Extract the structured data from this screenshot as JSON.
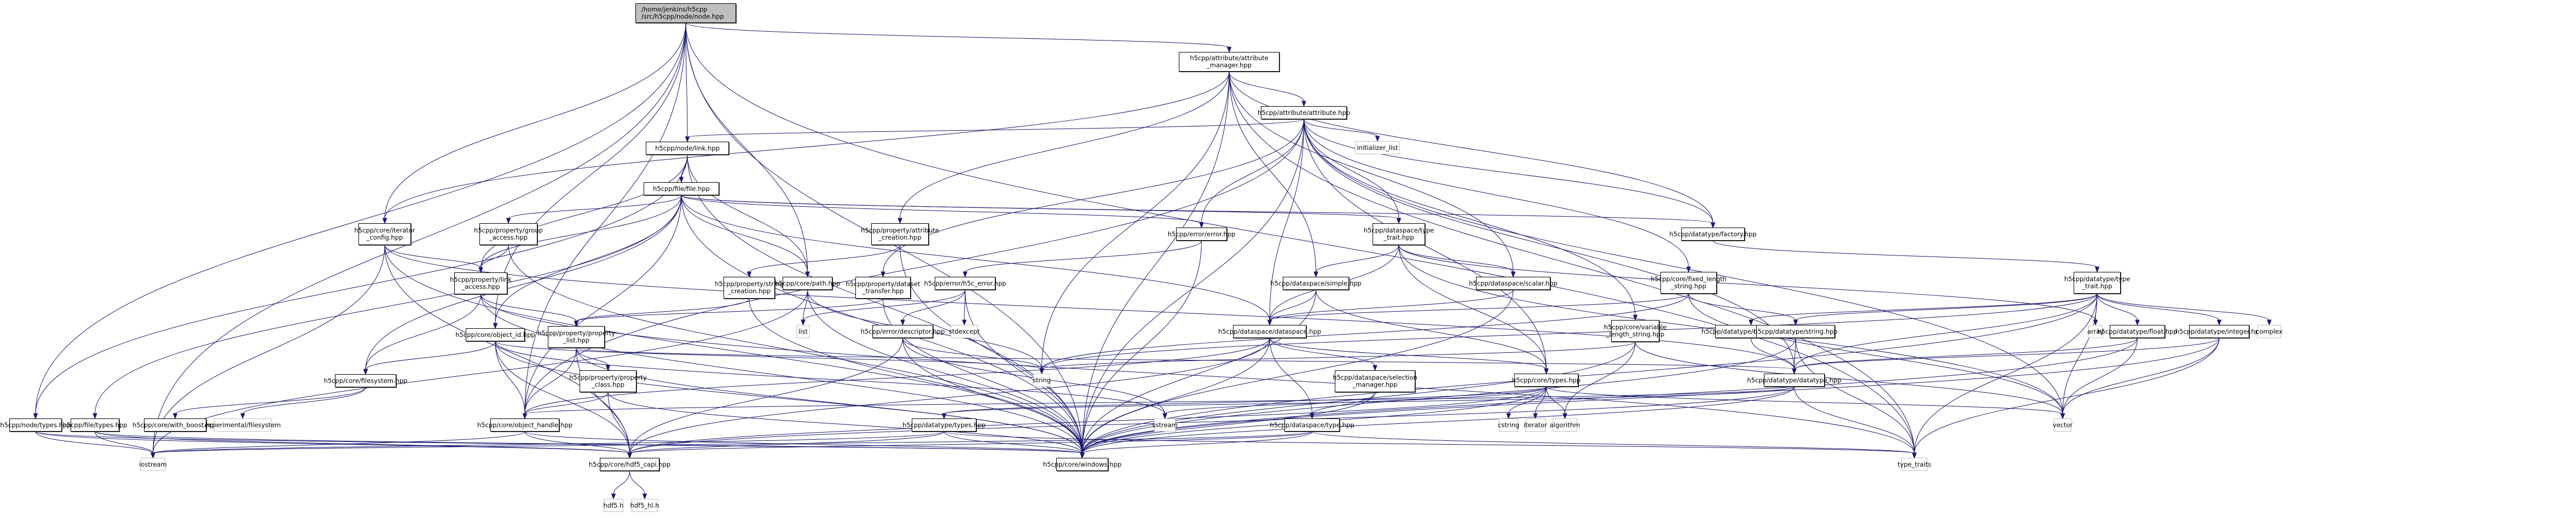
{
  "diagram": {
    "title": "/home/jenkins/h5cpp/src/h5cpp/node/node.hpp",
    "edge_color": "#191970",
    "root_fill": "#bfbfbf",
    "external_border": "#bfbfbf",
    "nodes": [
      {
        "id": "node",
        "label": "/home/jenkins/h5cpp\n/src/h5cpp/node/node.hpp",
        "kind": "root"
      },
      {
        "id": "attr_mgr",
        "label": "h5cpp/attribute/attribute\n_manager.hpp",
        "kind": "internal"
      },
      {
        "id": "attr",
        "label": "h5cpp/attribute/attribute.hpp",
        "kind": "internal"
      },
      {
        "id": "init_list",
        "label": "initializer_list",
        "kind": "external"
      },
      {
        "id": "link",
        "label": "h5cpp/node/link.hpp",
        "kind": "internal"
      },
      {
        "id": "file",
        "label": "h5cpp/file/file.hpp",
        "kind": "internal"
      },
      {
        "id": "iter_cfg",
        "label": "h5cpp/core/iterator\n_config.hpp",
        "kind": "internal"
      },
      {
        "id": "group_access",
        "label": "h5cpp/property/group\n_access.hpp",
        "kind": "internal"
      },
      {
        "id": "attr_creation",
        "label": "h5cpp/property/attribute\n_creation.hpp",
        "kind": "internal"
      },
      {
        "id": "error",
        "label": "h5cpp/error/error.hpp",
        "kind": "internal"
      },
      {
        "id": "ds_type_trait",
        "label": "h5cpp/dataspace/type\n_trait.hpp",
        "kind": "internal"
      },
      {
        "id": "dt_factory",
        "label": "h5cpp/datatype/factory.hpp",
        "kind": "internal"
      },
      {
        "id": "link_access",
        "label": "h5cpp/property/link\n_access.hpp",
        "kind": "internal"
      },
      {
        "id": "string_creation",
        "label": "h5cpp/property/string\n_creation.hpp",
        "kind": "internal"
      },
      {
        "id": "path",
        "label": "h5cpp/core/path.hpp",
        "kind": "internal"
      },
      {
        "id": "dataset_transfer",
        "label": "h5cpp/property/dataset\n_transfer.hpp",
        "kind": "internal"
      },
      {
        "id": "h5c_error",
        "label": "h5cpp/error/h5c_error.hpp",
        "kind": "internal"
      },
      {
        "id": "ds_simple",
        "label": "h5cpp/dataspace/simple.hpp",
        "kind": "internal"
      },
      {
        "id": "ds_scalar",
        "label": "h5cpp/dataspace/scalar.hpp",
        "kind": "internal"
      },
      {
        "id": "fixed_len",
        "label": "h5cpp/core/fixed_length\n_string.hpp",
        "kind": "internal"
      },
      {
        "id": "dt_type_trait",
        "label": "h5cpp/datatype/type\n_trait.hpp",
        "kind": "internal"
      },
      {
        "id": "object_id",
        "label": "h5cpp/core/object_id.hpp",
        "kind": "internal"
      },
      {
        "id": "prop_list",
        "label": "h5cpp/property/property\n_list.hpp",
        "kind": "internal"
      },
      {
        "id": "list",
        "label": "list",
        "kind": "external"
      },
      {
        "id": "err_desc",
        "label": "h5cpp/error/descriptor.hpp",
        "kind": "internal"
      },
      {
        "id": "stdexcept",
        "label": "stdexcept",
        "kind": "external"
      },
      {
        "id": "ds_dataspace",
        "label": "h5cpp/dataspace/dataspace.hpp",
        "kind": "internal"
      },
      {
        "id": "var_len",
        "label": "h5cpp/core/variable\n_length_string.hpp",
        "kind": "internal"
      },
      {
        "id": "dt_compound",
        "label": "h5cpp/datatype/compound.hpp",
        "kind": "internal"
      },
      {
        "id": "dt_string",
        "label": "h5cpp/datatype/string.hpp",
        "kind": "internal"
      },
      {
        "id": "array",
        "label": "array",
        "kind": "external"
      },
      {
        "id": "dt_float",
        "label": "h5cpp/datatype/float.hpp",
        "kind": "internal"
      },
      {
        "id": "dt_integer",
        "label": "h5cpp/datatype/integer.hpp",
        "kind": "internal"
      },
      {
        "id": "complex",
        "label": "complex",
        "kind": "external"
      },
      {
        "id": "filesystem",
        "label": "h5cpp/core/filesystem.hpp",
        "kind": "internal"
      },
      {
        "id": "prop_class",
        "label": "h5cpp/property/property\n_class.hpp",
        "kind": "internal"
      },
      {
        "id": "string",
        "label": "string",
        "kind": "external"
      },
      {
        "id": "sel_mgr",
        "label": "h5cpp/dataspace/selection\n_manager.hpp",
        "kind": "internal"
      },
      {
        "id": "core_types",
        "label": "h5cpp/core/types.hpp",
        "kind": "internal"
      },
      {
        "id": "dt_datatype",
        "label": "h5cpp/datatype/datatype.hpp",
        "kind": "internal"
      },
      {
        "id": "node_types",
        "label": "h5cpp/node/types.hpp",
        "kind": "internal"
      },
      {
        "id": "file_types",
        "label": "h5cpp/file/types.hpp",
        "kind": "internal"
      },
      {
        "id": "with_boost",
        "label": "h5cpp/core/with_boost.hpp",
        "kind": "internal"
      },
      {
        "id": "exp_fs",
        "label": "experimental/filesystem",
        "kind": "external"
      },
      {
        "id": "obj_handle",
        "label": "h5cpp/core/object_handle.hpp",
        "kind": "internal"
      },
      {
        "id": "dt_types",
        "label": "h5cpp/datatype/types.hpp",
        "kind": "internal"
      },
      {
        "id": "sstream",
        "label": "sstream",
        "kind": "external"
      },
      {
        "id": "ds_type",
        "label": "h5cpp/dataspace/type.hpp",
        "kind": "internal"
      },
      {
        "id": "cstring",
        "label": "cstring",
        "kind": "external"
      },
      {
        "id": "iterator",
        "label": "iterator",
        "kind": "external"
      },
      {
        "id": "algorithm",
        "label": "algorithm",
        "kind": "external"
      },
      {
        "id": "vector",
        "label": "vector",
        "kind": "external"
      },
      {
        "id": "iostream",
        "label": "iostream",
        "kind": "external"
      },
      {
        "id": "hdf5_capi",
        "label": "h5cpp/core/hdf5_capi.hpp",
        "kind": "internal"
      },
      {
        "id": "windows",
        "label": "h5cpp/core/windows.hpp",
        "kind": "internal"
      },
      {
        "id": "type_traits",
        "label": "type_traits",
        "kind": "external"
      },
      {
        "id": "hdf5_h",
        "label": "hdf5.h",
        "kind": "external"
      },
      {
        "id": "hdf5_hl_h",
        "label": "hdf5_hl.h",
        "kind": "external"
      }
    ],
    "edges": [
      [
        "node",
        "attr_mgr"
      ],
      [
        "node",
        "link"
      ],
      [
        "node",
        "path"
      ],
      [
        "node",
        "node_types"
      ],
      [
        "node",
        "obj_handle"
      ],
      [
        "node",
        "object_id"
      ],
      [
        "node",
        "iter_cfg"
      ],
      [
        "node",
        "windows"
      ],
      [
        "node",
        "type_traits"
      ],
      [
        "node",
        "iostream"
      ],
      [
        "attr_mgr",
        "attr"
      ],
      [
        "attr_mgr",
        "iter_cfg"
      ],
      [
        "attr_mgr",
        "attr_creation"
      ],
      [
        "attr_mgr",
        "ds_simple"
      ],
      [
        "attr_mgr",
        "ds_scalar"
      ],
      [
        "attr_mgr",
        "dt_factory"
      ],
      [
        "attr_mgr",
        "windows"
      ],
      [
        "attr_mgr",
        "type_traits"
      ],
      [
        "attr_mgr",
        "string"
      ],
      [
        "attr",
        "init_list"
      ],
      [
        "attr",
        "link"
      ],
      [
        "attr",
        "obj_handle"
      ],
      [
        "attr",
        "error"
      ],
      [
        "attr",
        "ds_dataspace"
      ],
      [
        "attr",
        "ds_type_trait"
      ],
      [
        "attr",
        "dt_factory"
      ],
      [
        "attr",
        "dt_datatype"
      ],
      [
        "attr",
        "core_types"
      ],
      [
        "attr",
        "fixed_len"
      ],
      [
        "attr",
        "var_len"
      ],
      [
        "attr",
        "dataset_transfer"
      ],
      [
        "attr",
        "windows"
      ],
      [
        "attr",
        "vector"
      ],
      [
        "link",
        "file"
      ],
      [
        "link",
        "path"
      ],
      [
        "link",
        "link_access"
      ],
      [
        "link",
        "node_types"
      ],
      [
        "link",
        "windows"
      ],
      [
        "file",
        "group_access"
      ],
      [
        "file",
        "link_access"
      ],
      [
        "file",
        "object_id"
      ],
      [
        "file",
        "path"
      ],
      [
        "file",
        "filesystem"
      ],
      [
        "file",
        "file_types"
      ],
      [
        "file",
        "error"
      ],
      [
        "file",
        "ds_type_trait"
      ],
      [
        "file",
        "dt_factory"
      ],
      [
        "file",
        "ds_dataspace"
      ],
      [
        "file",
        "windows"
      ],
      [
        "file",
        "obj_handle"
      ],
      [
        "iter_cfg",
        "link_access"
      ],
      [
        "iter_cfg",
        "windows"
      ],
      [
        "iter_cfg",
        "iostream"
      ],
      [
        "iter_cfg",
        "dt_datatype"
      ],
      [
        "iter_cfg",
        "hdf5_capi"
      ],
      [
        "group_access",
        "link_access"
      ],
      [
        "group_access",
        "windows"
      ],
      [
        "attr_creation",
        "string_creation"
      ],
      [
        "attr_creation",
        "windows"
      ],
      [
        "error",
        "h5c_error"
      ],
      [
        "error",
        "windows"
      ],
      [
        "ds_type_trait",
        "ds_simple"
      ],
      [
        "ds_type_trait",
        "ds_scalar"
      ],
      [
        "ds_type_trait",
        "ds_dataspace"
      ],
      [
        "ds_type_trait",
        "core_types"
      ],
      [
        "ds_type_trait",
        "vector"
      ],
      [
        "ds_type_trait",
        "array"
      ],
      [
        "dt_factory",
        "dt_type_trait"
      ],
      [
        "link_access",
        "prop_list"
      ],
      [
        "link_access",
        "filesystem"
      ],
      [
        "link_access",
        "windows"
      ],
      [
        "link_access",
        "type_traits"
      ],
      [
        "string_creation",
        "prop_list"
      ],
      [
        "string_creation",
        "windows"
      ],
      [
        "path",
        "list"
      ],
      [
        "path",
        "string"
      ],
      [
        "path",
        "windows"
      ],
      [
        "path",
        "iostream"
      ],
      [
        "dataset_transfer",
        "prop_list"
      ],
      [
        "dataset_transfer",
        "windows"
      ],
      [
        "h5c_error",
        "err_desc"
      ],
      [
        "h5c_error",
        "stdexcept"
      ],
      [
        "h5c_error",
        "list"
      ],
      [
        "h5c_error",
        "windows"
      ],
      [
        "ds_simple",
        "ds_dataspace"
      ],
      [
        "ds_simple",
        "core_types"
      ],
      [
        "ds_simple",
        "windows"
      ],
      [
        "ds_scalar",
        "ds_dataspace"
      ],
      [
        "ds_scalar",
        "windows"
      ],
      [
        "fixed_len",
        "dt_string"
      ],
      [
        "fixed_len",
        "ds_dataspace"
      ],
      [
        "fixed_len",
        "string"
      ],
      [
        "fixed_len",
        "vector"
      ],
      [
        "dt_type_trait",
        "dt_compound"
      ],
      [
        "dt_type_trait",
        "dt_string"
      ],
      [
        "dt_type_trait",
        "array"
      ],
      [
        "dt_type_trait",
        "dt_float"
      ],
      [
        "dt_type_trait",
        "dt_integer"
      ],
      [
        "dt_type_trait",
        "complex"
      ],
      [
        "dt_type_trait",
        "string"
      ],
      [
        "dt_type_trait",
        "vector"
      ],
      [
        "dt_type_trait",
        "windows"
      ],
      [
        "dt_type_trait",
        "type_traits"
      ],
      [
        "dt_type_trait",
        "dt_datatype"
      ],
      [
        "object_id",
        "obj_handle"
      ],
      [
        "object_id",
        "filesystem"
      ],
      [
        "object_id",
        "windows"
      ],
      [
        "object_id",
        "hdf5_capi"
      ],
      [
        "object_id",
        "string"
      ],
      [
        "object_id",
        "sstream"
      ],
      [
        "prop_list",
        "prop_class"
      ],
      [
        "prop_list",
        "obj_handle"
      ],
      [
        "prop_list",
        "hdf5_capi"
      ],
      [
        "prop_list",
        "windows"
      ],
      [
        "prop_list",
        "dt_datatype"
      ],
      [
        "err_desc",
        "string"
      ],
      [
        "err_desc",
        "windows"
      ],
      [
        "err_desc",
        "hdf5_capi"
      ],
      [
        "err_desc",
        "sstream"
      ],
      [
        "ds_dataspace",
        "sel_mgr"
      ],
      [
        "ds_dataspace",
        "ds_type"
      ],
      [
        "ds_dataspace",
        "core_types"
      ],
      [
        "ds_dataspace",
        "obj_handle"
      ],
      [
        "ds_dataspace",
        "windows"
      ],
      [
        "ds_dataspace",
        "hdf5_capi"
      ],
      [
        "var_len",
        "string"
      ],
      [
        "var_len",
        "algorithm"
      ],
      [
        "var_len",
        "windows"
      ],
      [
        "var_len",
        "vector"
      ],
      [
        "dt_compound",
        "dt_datatype"
      ],
      [
        "dt_string",
        "dt_datatype"
      ],
      [
        "dt_string",
        "type_traits"
      ],
      [
        "dt_string",
        "windows"
      ],
      [
        "dt_float",
        "dt_datatype"
      ],
      [
        "dt_float",
        "vector"
      ],
      [
        "dt_float",
        "windows"
      ],
      [
        "dt_integer",
        "dt_datatype"
      ],
      [
        "dt_integer",
        "vector"
      ],
      [
        "dt_integer",
        "windows"
      ],
      [
        "dt_integer",
        "type_traits"
      ],
      [
        "filesystem",
        "with_boost"
      ],
      [
        "filesystem",
        "exp_fs"
      ],
      [
        "prop_class",
        "obj_handle"
      ],
      [
        "prop_class",
        "hdf5_capi"
      ],
      [
        "prop_class",
        "windows"
      ],
      [
        "sel_mgr",
        "ds_type"
      ],
      [
        "sel_mgr",
        "windows"
      ],
      [
        "core_types",
        "cstring"
      ],
      [
        "core_types",
        "iterator"
      ],
      [
        "core_types",
        "algorithm"
      ],
      [
        "core_types",
        "vector"
      ],
      [
        "core_types",
        "sstream"
      ],
      [
        "core_types",
        "dt_types"
      ],
      [
        "core_types",
        "windows"
      ],
      [
        "core_types",
        "hdf5_capi"
      ],
      [
        "dt_datatype",
        "obj_handle"
      ],
      [
        "dt_datatype",
        "dt_types"
      ],
      [
        "dt_datatype",
        "windows"
      ],
      [
        "dt_datatype",
        "type_traits"
      ],
      [
        "dt_datatype",
        "hdf5_capi"
      ],
      [
        "node_types",
        "iostream"
      ],
      [
        "node_types",
        "windows"
      ],
      [
        "node_types",
        "hdf5_capi"
      ],
      [
        "file_types",
        "hdf5_capi"
      ],
      [
        "file_types",
        "windows"
      ],
      [
        "file_types",
        "iostream"
      ],
      [
        "obj_handle",
        "hdf5_capi"
      ],
      [
        "obj_handle",
        "windows"
      ],
      [
        "obj_handle",
        "iostream"
      ],
      [
        "dt_types",
        "hdf5_capi"
      ],
      [
        "dt_types",
        "windows"
      ],
      [
        "dt_types",
        "iostream"
      ],
      [
        "dt_types",
        "type_traits"
      ],
      [
        "ds_type",
        "hdf5_capi"
      ],
      [
        "ds_type",
        "windows"
      ],
      [
        "ds_type",
        "iostream"
      ],
      [
        "ds_type",
        "type_traits"
      ],
      [
        "hdf5_capi",
        "hdf5_h"
      ],
      [
        "hdf5_capi",
        "hdf5_hl_h"
      ]
    ]
  }
}
